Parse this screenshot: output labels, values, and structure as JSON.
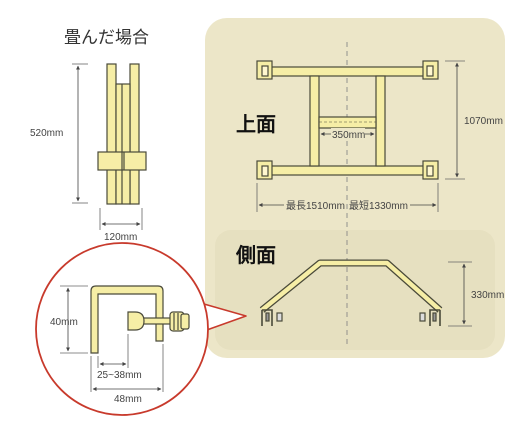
{
  "folded": {
    "title": "畳んだ場合",
    "height_label": "520mm",
    "width_label": "120mm"
  },
  "top_view": {
    "heading": "上面",
    "inner_width_label": "350mm",
    "depth_label": "1070mm",
    "max_length_label": "最長1510mm",
    "min_length_label": "最短1330mm"
  },
  "side_view": {
    "heading": "側面",
    "height_label": "330mm"
  },
  "clamp_detail": {
    "height_label": "40mm",
    "range_label": "25~38mm",
    "width_label": "48mm"
  },
  "colors": {
    "part_fill": "#f6eea6",
    "outline": "#4a4a3a",
    "panel_bg": "#ece6c8",
    "accent_red": "#c83a2c",
    "dashed": "#888888"
  }
}
